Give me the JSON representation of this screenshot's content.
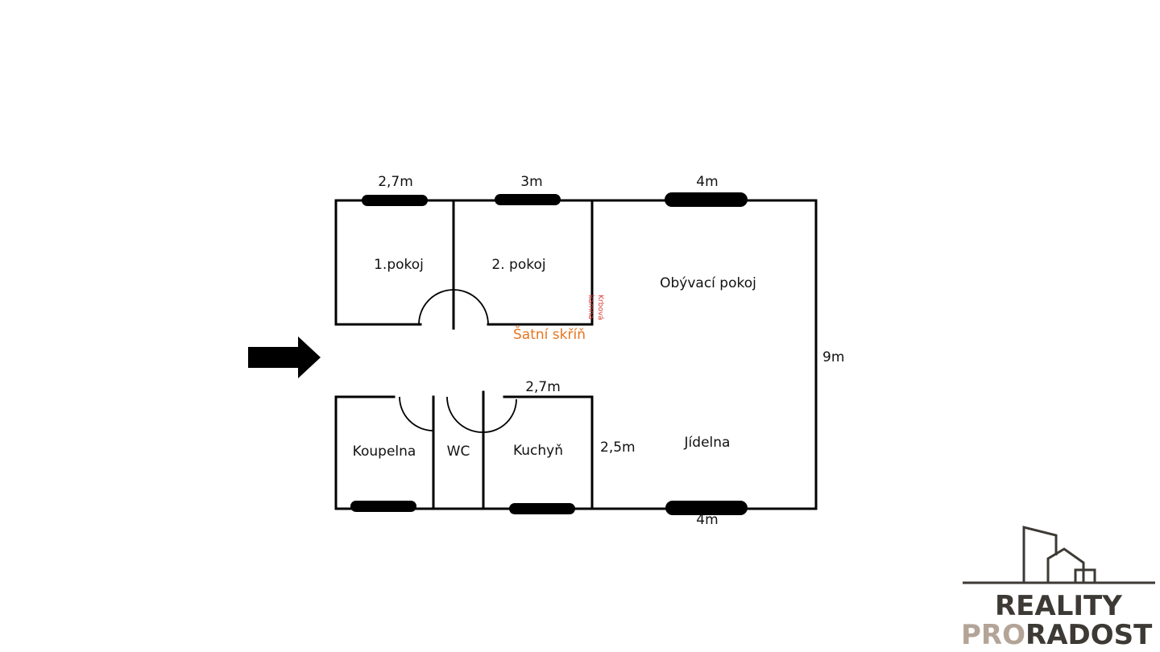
{
  "rooms": {
    "room1": "1.pokoj",
    "room2": "2. pokoj",
    "living": "Obývací pokoj",
    "dining": "Jídelna",
    "bathroom": "Koupelna",
    "wc": "WC",
    "kitchen": "Kuchyň"
  },
  "labels": {
    "wardrobe": "Šatní skříň",
    "stove_line1": "Krbová",
    "stove_line2": "kamna"
  },
  "dimensions": {
    "top_room1": "2,7m",
    "top_room2": "3m",
    "top_living": "4m",
    "right_side": "9m",
    "kitchen_top": "2,7m",
    "kitchen_side": "2,5m",
    "bottom_dining": "4m"
  },
  "logo": {
    "line1": "REALITY",
    "line2_part1": "PRO",
    "line2_part2": "RADOST"
  },
  "colors": {
    "wall": "#000000",
    "wardrobe_text": "#e8741f",
    "stove_text": "#d8382f",
    "logo_dark": "#3d3a35",
    "logo_light": "#b3a497"
  }
}
